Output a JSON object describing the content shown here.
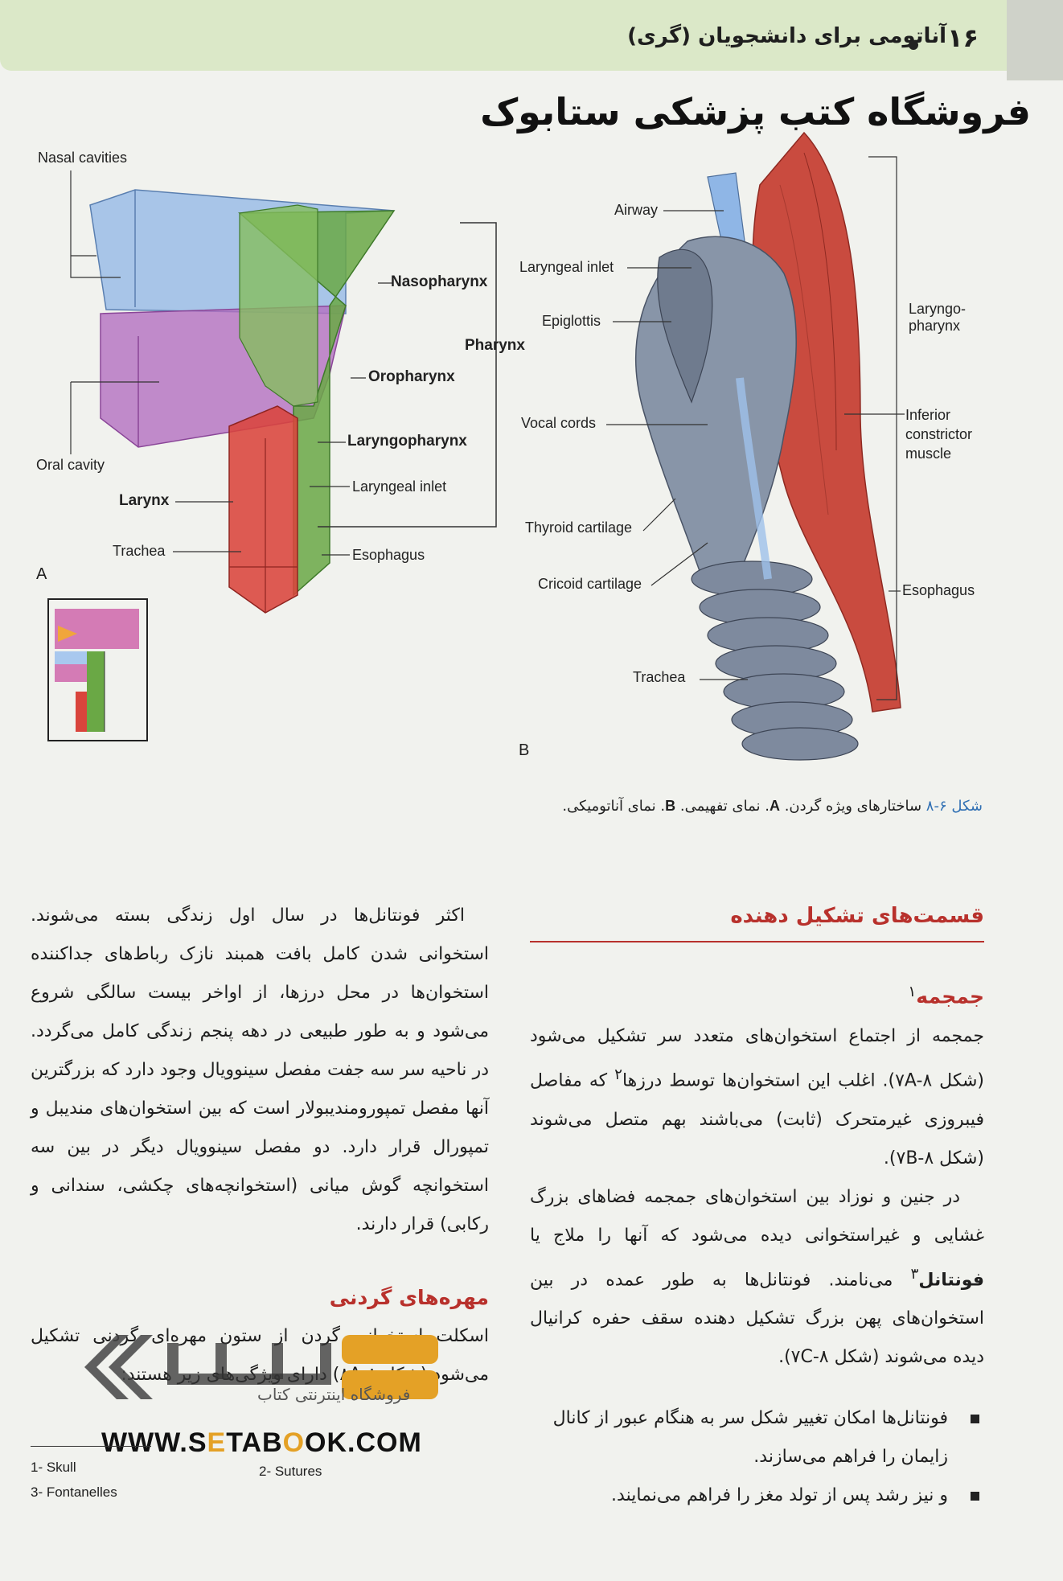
{
  "header": {
    "page_number": "۱۶",
    "book_title": "آناتومی برای دانشجویان (گری)"
  },
  "watermark_title": "فروشگاه کتب پزشکی ستابوک",
  "figure_a": {
    "letter": "A",
    "labels": {
      "nasal_cavities": "Nasal cavities",
      "nasopharynx": "Nasopharynx",
      "pharynx": "Pharynx",
      "oropharynx": "Oropharynx",
      "oral_cavity": "Oral cavity",
      "laryngopharynx": "Laryngopharynx",
      "larynx": "Larynx",
      "laryngeal_inlet": "Laryngeal inlet",
      "trachea": "Trachea",
      "esophagus": "Esophagus"
    }
  },
  "figure_b": {
    "letter": "B",
    "labels": {
      "airway": "Airway",
      "laryngeal_inlet": "Laryngeal inlet",
      "epiglottis": "Epiglottis",
      "vocal_cords": "Vocal cords",
      "thyroid_cartilage": "Thyroid cartilage",
      "cricoid_cartilage": "Cricoid cartilage",
      "trachea": "Trachea",
      "laryngopharynx": "Laryngo-\npharynx",
      "inferior_constrictor": "Inferior\nconstrictor\nmuscle",
      "esophagus": "Esophagus"
    }
  },
  "caption": {
    "number": "شکل ۶-۸",
    "text_1": " ساختارهای ویژه گردن. ",
    "a": "A",
    "text_2": ". نمای تفهیمی. ",
    "b": "B",
    "text_3": ". نمای آناتومیکی."
  },
  "right_column": {
    "section_title": "قسمت‌های تشکیل دهنده",
    "subhead": "جمجمه",
    "subhead_sup": "۱",
    "para1": "جمجمه از اجتماع استخوان‌های متعدد سر تشکیل می‌شود (شکل ۷A-۸). اغلب این استخوان‌ها توسط درزها",
    "para1_sup": "۲",
    "para1_cont": " که مفاصل فیبروزی غیرمتحرک (ثابت) می‌باشند بهم متصل می‌شوند (شکل ۷B-۸).",
    "para2": "در جنین و نوزاد بین استخوان‌های جمجمه فضاهای بزرگ غشایی و غیراستخوانی دیده می‌شود که آنها را ملاج یا ",
    "para2_term": "فونتانل",
    "para2_sup": "۳",
    "para2_cont": " می‌نامند. فونتانل‌ها به طور عمده در بین استخوان‌های پهن بزرگ تشکیل دهنده سقف حفره کرانیال دیده می‌شوند (شکل ۷C-۸).",
    "bullets": [
      "فونتانل‌ها امکان تغییر شکل سر به هنگام عبور از کانال زایمان را فراهم می‌سازند.",
      "و نیز رشد پس از تولد مغز را فراهم می‌نمایند."
    ]
  },
  "left_column": {
    "para1": "اکثر فونتانل‌ها در سال اول زندگی بسته می‌شوند. استخوانی شدن کامل بافت همبند نازک رباط‌های جداکننده استخوان‌ها در محل درزها، از اواخر بیست سالگی شروع می‌شود و به طور طبیعی در دهه پنجم زندگی کامل می‌گردد. در ناحیه سر سه جفت مفصل سینوویال وجود دارد که بزرگترین آنها مفصل تمپورومندیبولار است که بین استخوان‌های مندیبل و تمپورال قرار دارد. دو مفصل سینوویال دیگر در بین سه استخوانچه گوش میانی (استخوانچه‌های چکشی، سندانی و رکابی) قرار دارند.",
    "subhead": "مهره‌های گردنی",
    "para2": "اسکلت استخوانی گردن از ستون مهره‌ای گردنی تشکیل می‌شود (شکل ۸A-۸) دارای ویژگی‌های زیر هستند:"
  },
  "footnotes": {
    "fn1": "1- Skull",
    "fn2": "2- Sutures",
    "fn3": "3- Fontanelles"
  },
  "watermark": {
    "url_pre": "WWW.S",
    "url_o1": "E",
    "url_mid": "TAB",
    "url_o2": "O",
    "url_post": "OK.COM",
    "sub": "فروشگاه اینترنتی کتاب"
  },
  "colors": {
    "heading_red": "#b8312c",
    "caption_blue": "#2f6fb3",
    "header_green": "#dbe8c8",
    "logo_orange": "#e4a126"
  }
}
